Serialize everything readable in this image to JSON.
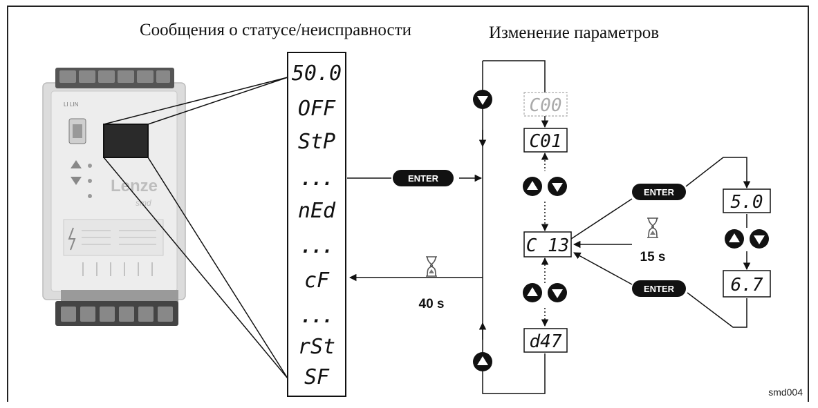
{
  "titles": {
    "status": "Сообщения о статусе/неисправности",
    "params": "Изменение параметров"
  },
  "device": {
    "model": "LI LIN",
    "brand": "Lenze",
    "series": "smd"
  },
  "status_messages": [
    "50.0",
    "OFF",
    "StP",
    "...",
    "nEd",
    "...",
    "cF",
    "...",
    "rSt",
    "SF"
  ],
  "param_codes": {
    "c00": "C00",
    "c01": "C01",
    "c13": "C 13",
    "d47": "d47"
  },
  "param_values": [
    "5.0",
    "6.7"
  ],
  "buttons": {
    "enter": "ENTER"
  },
  "timers": {
    "to_status": "40 s",
    "to_param": "15 s"
  },
  "icons": {
    "hourglass": "hourglass-icon",
    "up": "up-arrow-button-icon",
    "down": "down-arrow-button-icon"
  },
  "figure_id": "smd004"
}
